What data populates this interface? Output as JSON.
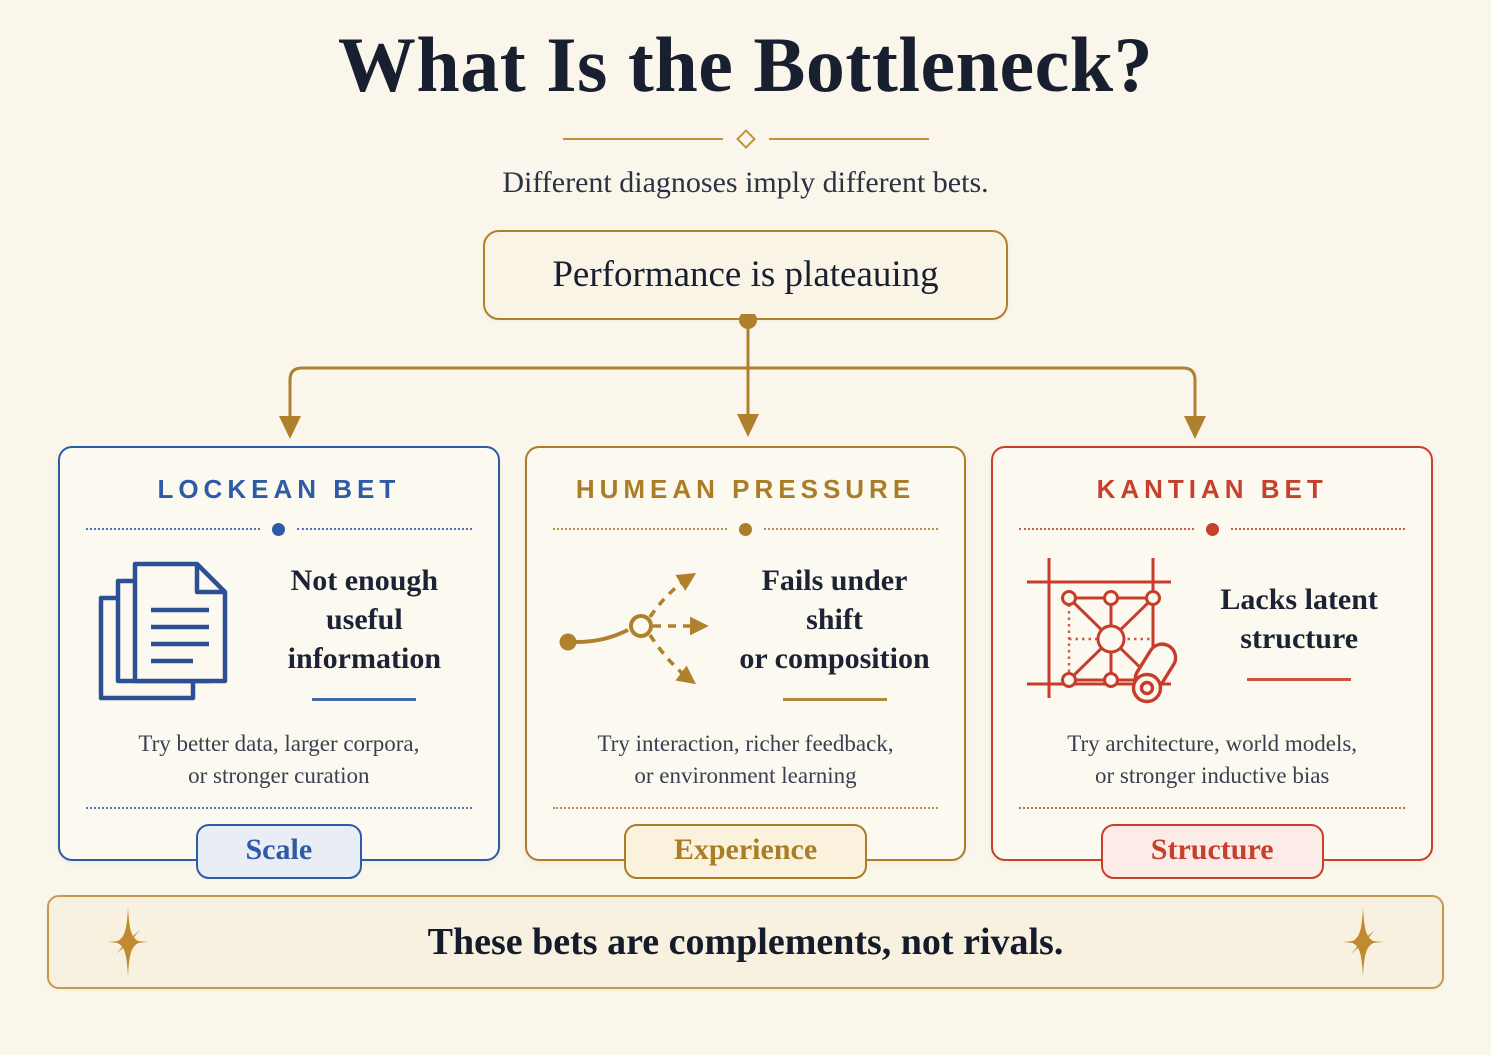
{
  "header": {
    "title": "What Is the Bottleneck?",
    "subtitle": "Different diagnoses imply different bets."
  },
  "flow": {
    "root_label": "Performance is plateauing",
    "connector_color": "#b0812c"
  },
  "cards": [
    {
      "kicker": "LOCKEAN BET",
      "headline_lines": [
        "Not enough",
        "useful information"
      ],
      "detail_lines": [
        "Try better data, larger corpora,",
        "or stronger curation"
      ],
      "badge": "Scale",
      "icon": "documents-icon",
      "accent": "#2e5ba6"
    },
    {
      "kicker": "HUMEAN PRESSURE",
      "headline_lines": [
        "Fails under shift",
        "or composition"
      ],
      "detail_lines": [
        "Try interaction, richer feedback,",
        "or environment learning"
      ],
      "badge": "Experience",
      "icon": "branching-arrows-icon",
      "accent": "#ab7d26"
    },
    {
      "kicker": "KANTIAN BET",
      "headline_lines": [
        "Lacks latent",
        "structure"
      ],
      "detail_lines": [
        "Try architecture, world models,",
        "or stronger inductive bias"
      ],
      "badge": "Structure",
      "icon": "blueprint-icon",
      "accent": "#c6402c"
    }
  ],
  "footer": {
    "text": "These bets are complements, not rivals.",
    "icon": "sparkle-icon"
  }
}
